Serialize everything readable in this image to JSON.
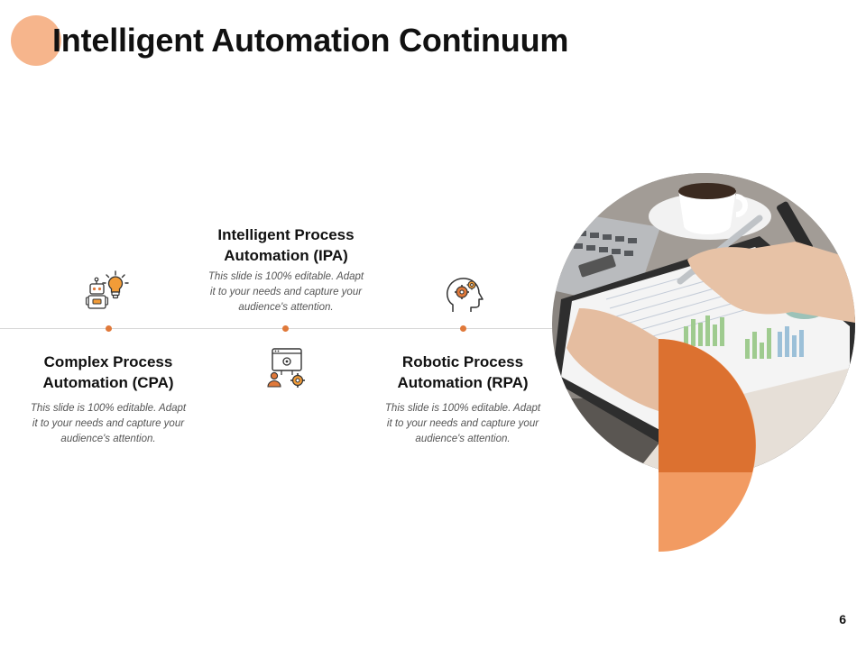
{
  "slide": {
    "title": "Intelligent Automation Continuum",
    "page_number": "6",
    "accent_color": "#e0793a",
    "accent_light": "#f6b58c"
  },
  "stages": {
    "cpa": {
      "title_line1": "Complex Process",
      "title_line2": "Automation (CPA)",
      "desc_line1": "This slide is 100% editable. Adapt",
      "desc_line2": "it to your needs and capture your",
      "desc_line3": "audience's attention.",
      "icon": "robot-lightbulb-icon"
    },
    "ipa": {
      "title_line1": "Intelligent Process",
      "title_line2": "Automation (IPA)",
      "desc_line1": "This slide is 100% editable. Adapt",
      "desc_line2": "it to your needs and capture your",
      "desc_line3": "audience's attention.",
      "icon": "browser-user-gear-icon"
    },
    "rpa": {
      "title_line1": "Robotic Process",
      "title_line2": "Automation (RPA)",
      "desc_line1": "This slide is 100% editable. Adapt",
      "desc_line2": "it to your needs and capture your",
      "desc_line3": "audience's attention.",
      "icon": "head-gears-icon"
    }
  },
  "photo": {
    "icon": "office-desk-photo"
  }
}
